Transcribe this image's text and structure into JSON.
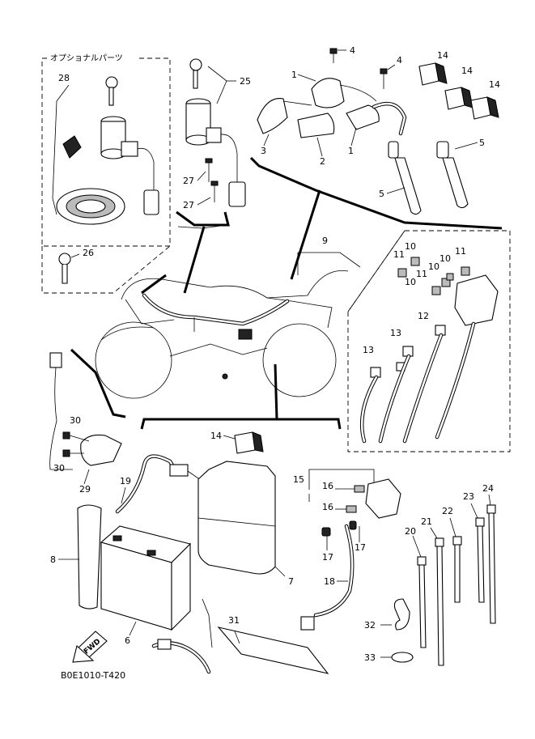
{
  "diagram": {
    "optional_parts_label": "オプショナルパーツ",
    "drawing_code": "B0E1010-T420",
    "fwd_label": "FWD",
    "callouts": {
      "c1a": "1",
      "c1b": "1",
      "c2": "2",
      "c3": "3",
      "c4a": "4",
      "c4b": "4",
      "c5a": "5",
      "c5b": "5",
      "c6": "6",
      "c7": "7",
      "c8": "8",
      "c9": "9",
      "c10a": "10",
      "c10b": "10",
      "c10c": "10",
      "c10d": "10",
      "c11a": "11",
      "c11b": "11",
      "c11c": "11",
      "c12": "12",
      "c13a": "13",
      "c13b": "13",
      "c14a": "14",
      "c14b": "14",
      "c14c": "14",
      "c14d": "14",
      "c15": "15",
      "c16a": "16",
      "c16b": "16",
      "c17a": "17",
      "c17b": "17",
      "c18": "18",
      "c19": "19",
      "c20": "20",
      "c21": "21",
      "c22": "22",
      "c23": "23",
      "c24": "24",
      "c25": "25",
      "c26": "26",
      "c27a": "27",
      "c27b": "27",
      "c28": "28",
      "c29": "29",
      "c30a": "30",
      "c30b": "30",
      "c31": "31",
      "c32": "32",
      "c33": "33"
    }
  }
}
